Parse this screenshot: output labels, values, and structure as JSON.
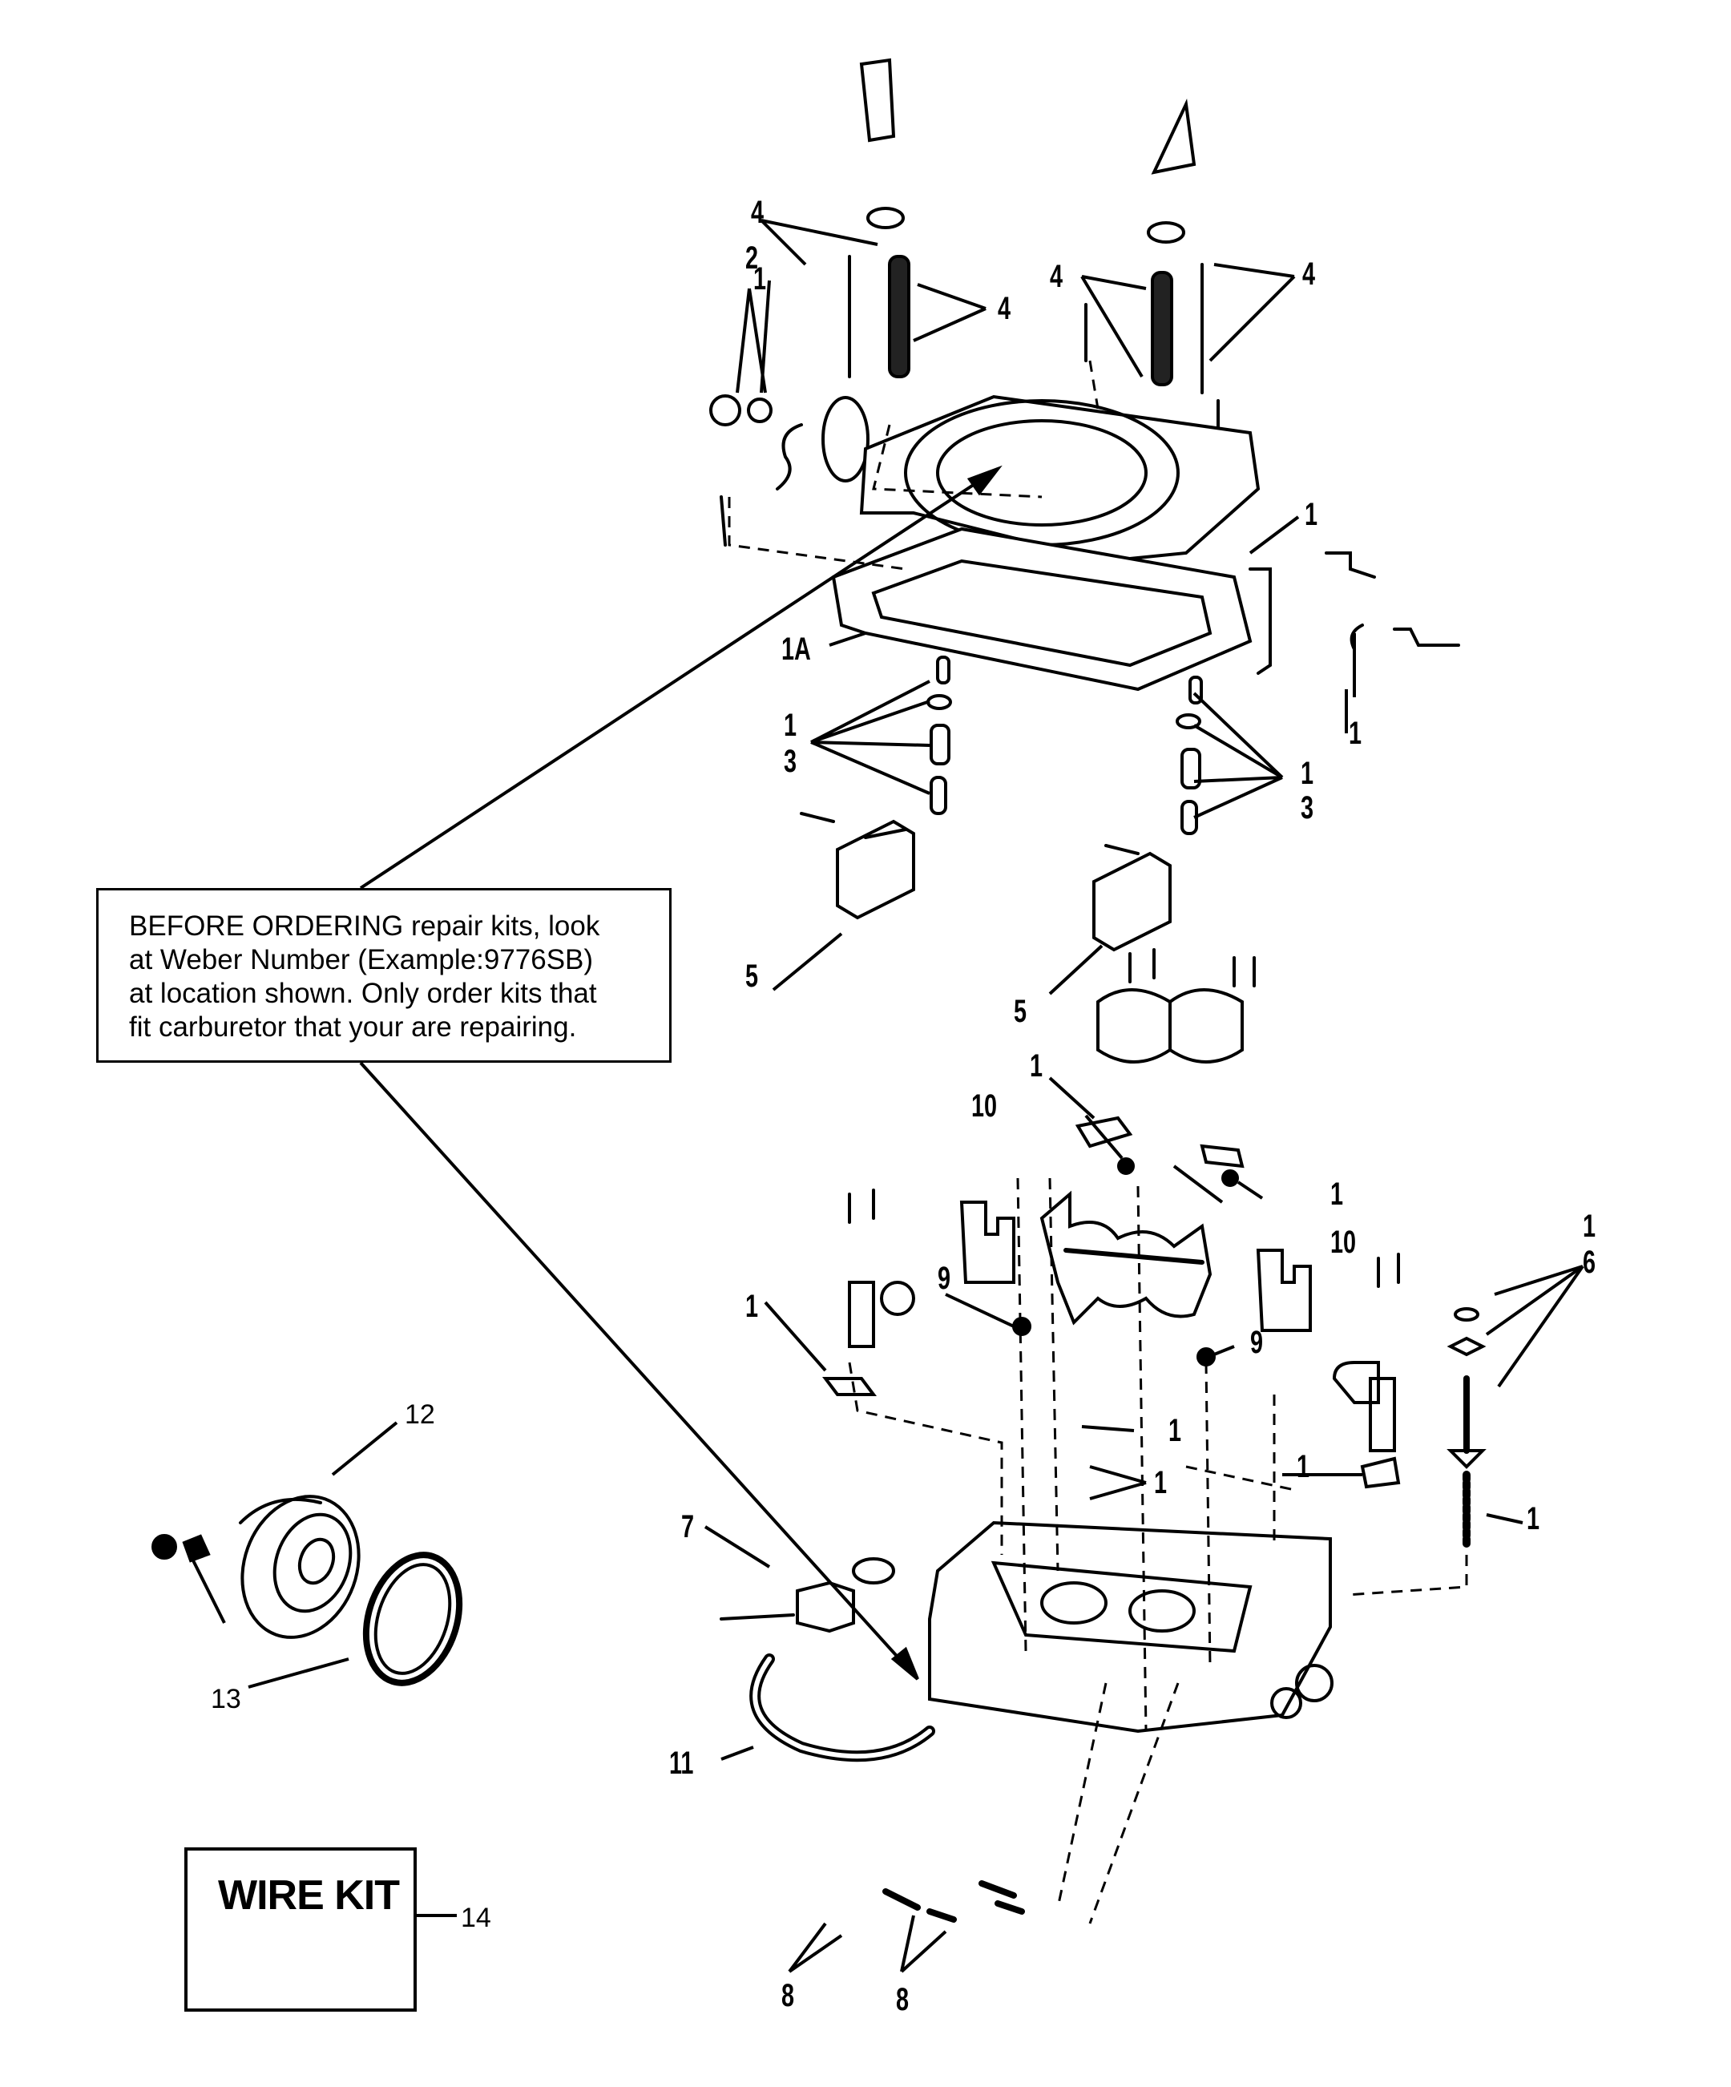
{
  "note": {
    "line1_emphasis": "BEFORE ORDERING",
    "line1_rest": " repair kits, look",
    "line2": "at Weber Number (Example:9776SB)",
    "line3": "at location shown. Only order kits that",
    "line4": "fit carburetor that your are repairing."
  },
  "wire_kit": {
    "title": "WIRE KIT",
    "ref": "14"
  },
  "callouts": {
    "c4a": "4",
    "c2": "2",
    "c1a": "1",
    "c4b": "4",
    "c4c": "4",
    "c4d": "4",
    "c1b": "1",
    "c1A": "1A",
    "c1c": "1",
    "c1d": "1",
    "c3a": "3",
    "c1e": "1",
    "c3b": "3",
    "c5a": "5",
    "c5b": "5",
    "c1f": "1",
    "c10a": "10",
    "c1g": "1",
    "c10b": "10",
    "c1h": "1",
    "c6": "6",
    "c9a": "9",
    "c9b": "9",
    "c1i": "1",
    "c1j": "1",
    "c1k": "1",
    "c1l": "1",
    "c1m": "1",
    "c12": "12",
    "c13": "13",
    "c7": "7",
    "c11": "11",
    "c8a": "8",
    "c8b": "8"
  }
}
